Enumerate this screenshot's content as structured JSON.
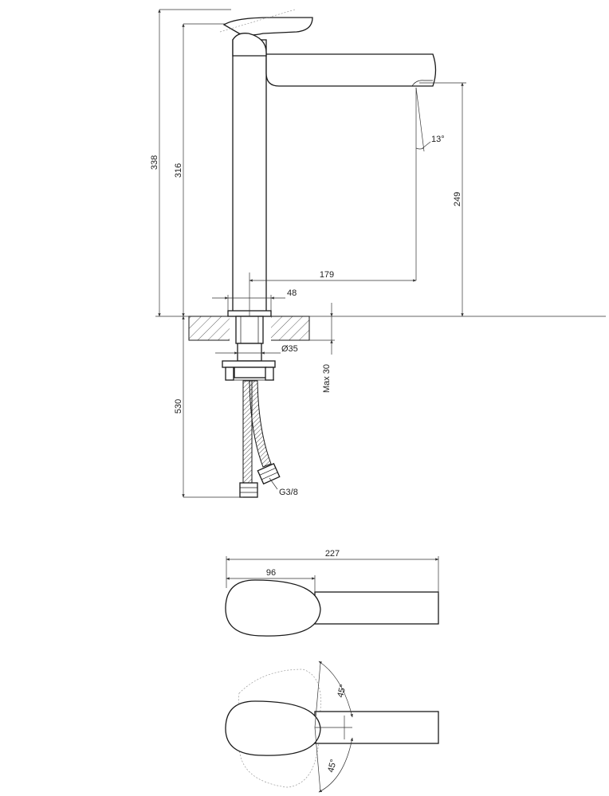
{
  "dimensions": {
    "total_height": "338",
    "body_height": "316",
    "spout_height": "249",
    "spout_reach": "179",
    "base_diameter": "48",
    "shank_diameter": "Ø35",
    "max_counter_thickness": "Max 30",
    "hose_length": "530",
    "hose_connection": "G3/8",
    "handle_length": "227",
    "handle_width": "96",
    "spout_angle": "13°",
    "rotation_angle_up": "45°",
    "rotation_angle_down": "45°"
  },
  "colors": {
    "line": "#1a1a1a",
    "background": "#ffffff"
  }
}
